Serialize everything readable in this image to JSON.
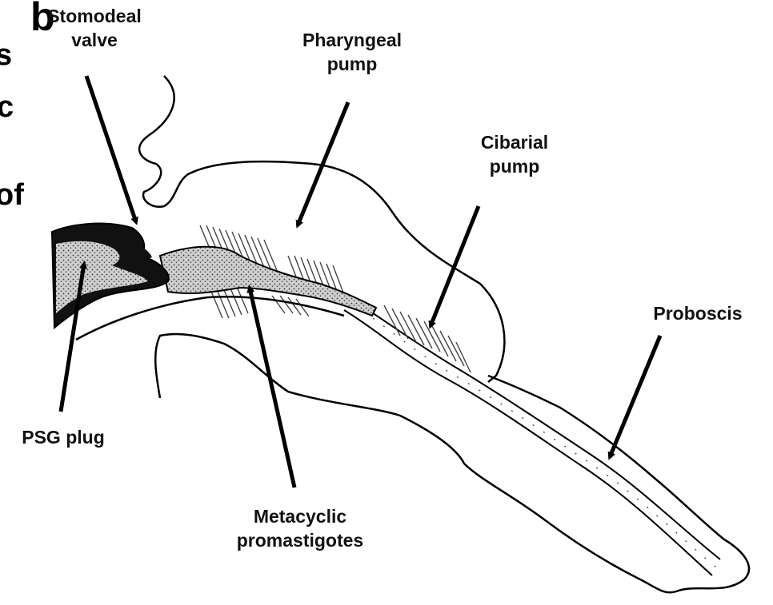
{
  "panel_letter": "b",
  "cut_text": [
    "s",
    "c",
    "of"
  ],
  "labels": {
    "stomodeal_valve": "Stomodeal\nvalve",
    "pharyngeal_pump": "Pharyngeal\npump",
    "cibarial_pump": "Cibarial\npump",
    "proboscis": "Proboscis",
    "psg_plug": "PSG plug",
    "metacyclic": "Metacyclic\npromastigotes"
  }
}
